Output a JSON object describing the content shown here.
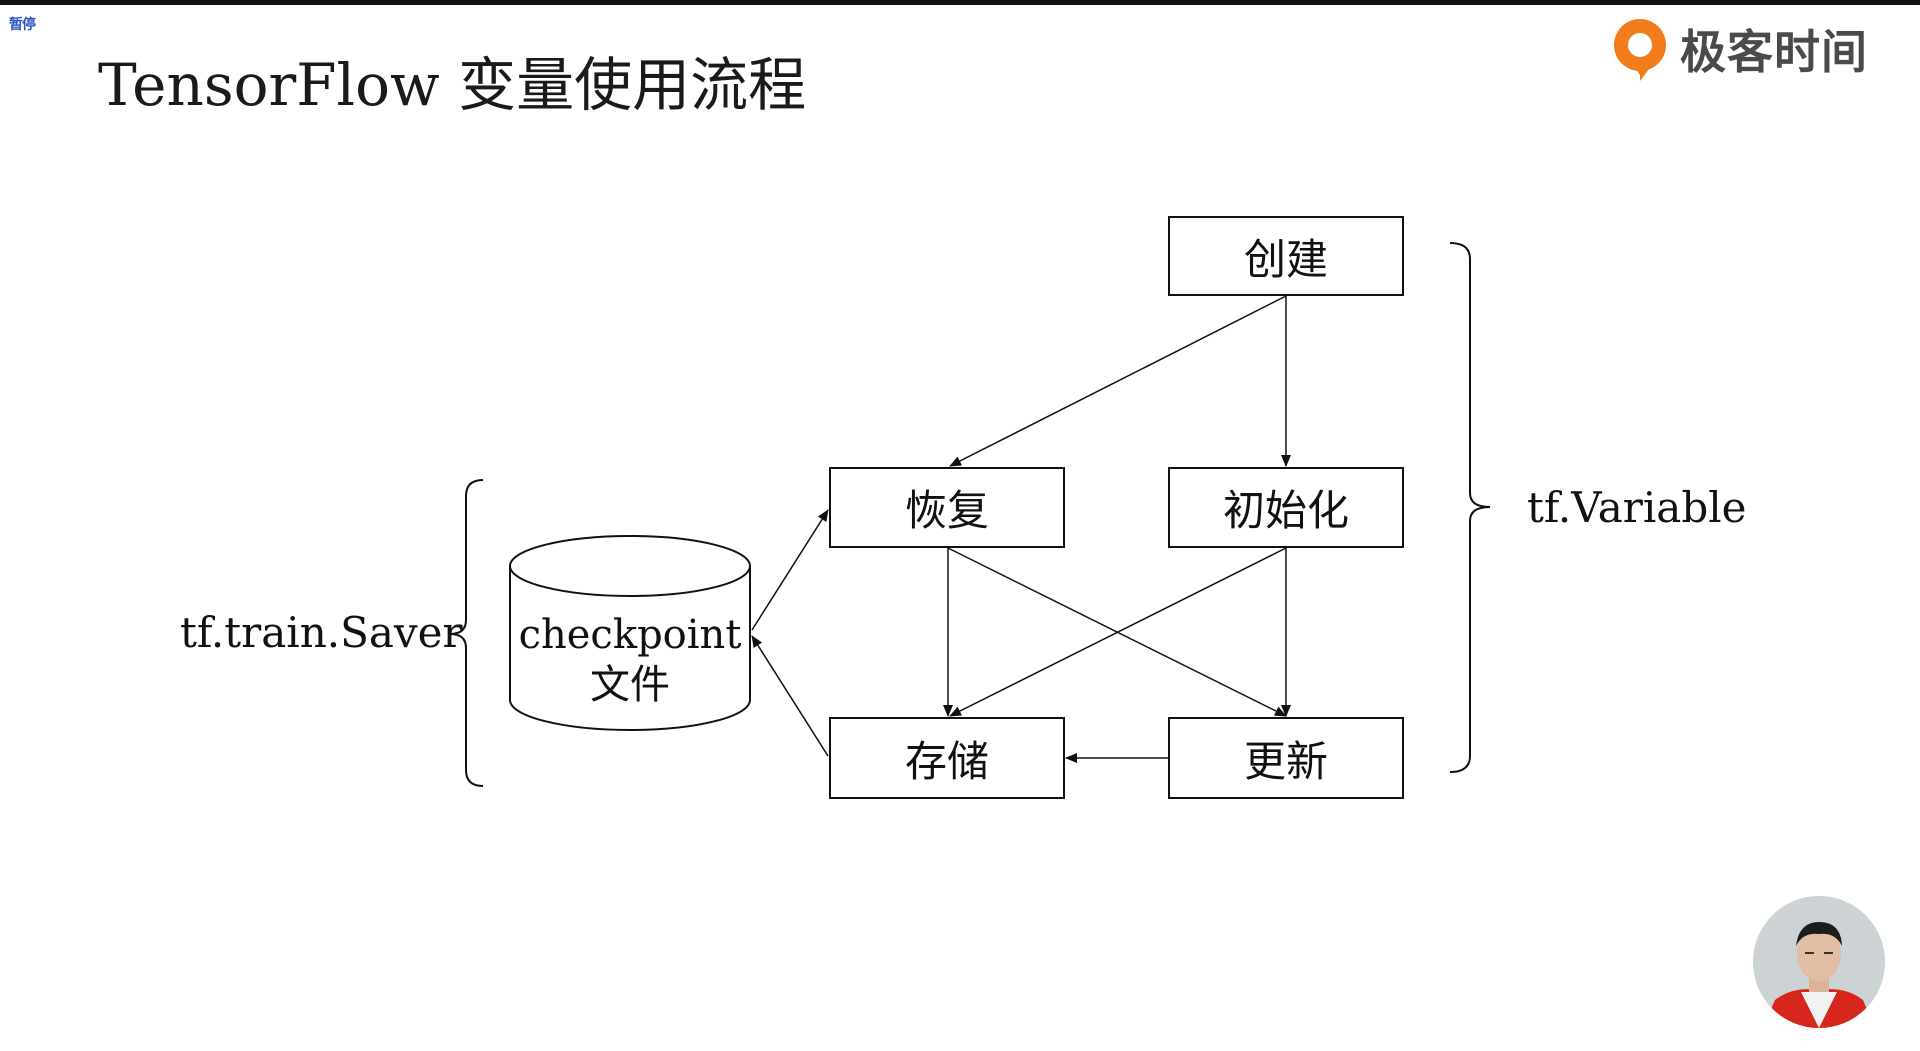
{
  "status": {
    "pause_label": "暂停"
  },
  "header": {
    "title": "TensorFlow 变量使用流程",
    "brand_name": "极客时间",
    "brand_color": "#f07c1c"
  },
  "diagram": {
    "nodes": {
      "create": "创建",
      "restore": "恢复",
      "init": "初始化",
      "save": "存储",
      "update": "更新"
    },
    "checkpoint": {
      "line1": "checkpoint",
      "line2": "文件"
    },
    "labels": {
      "saver": "tf.train.Saver",
      "variable": "tf.Variable"
    },
    "edges": [
      {
        "from": "创建",
        "to": "恢复"
      },
      {
        "from": "创建",
        "to": "初始化"
      },
      {
        "from": "恢复",
        "to": "存储"
      },
      {
        "from": "恢复",
        "to": "更新"
      },
      {
        "from": "初始化",
        "to": "存储"
      },
      {
        "from": "初始化",
        "to": "更新"
      },
      {
        "from": "更新",
        "to": "存储"
      },
      {
        "from": "checkpoint 文件",
        "to": "恢复"
      },
      {
        "from": "存储",
        "to": "checkpoint 文件"
      }
    ]
  }
}
